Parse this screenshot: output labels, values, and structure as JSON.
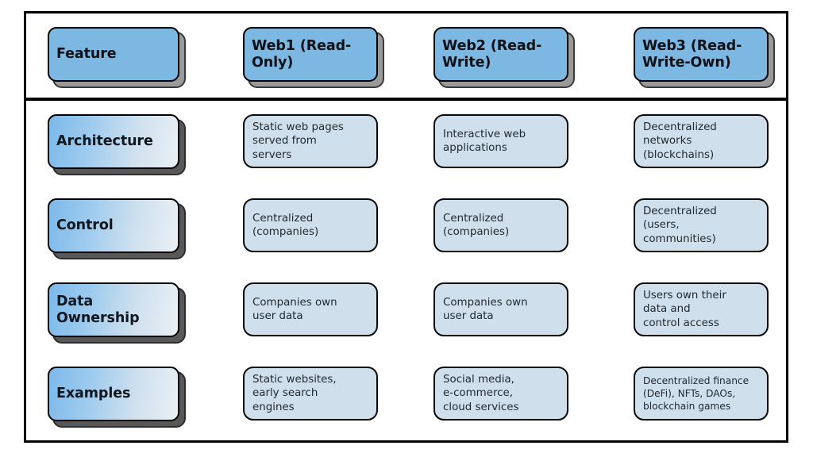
{
  "diagram": {
    "type": "comparison-table",
    "columns": [
      "Feature",
      "Web1 (Read-Only)",
      "Web2 (Read-Write)",
      "Web3 (Read-Write-Own)"
    ],
    "rows": [
      {
        "label": "Architecture",
        "cells": [
          "Static web pages\nserved from\nservers",
          "Interactive web\napplications",
          "Decentralized\nnetworks\n(blockchains)"
        ]
      },
      {
        "label": "Control",
        "cells": [
          "Centralized\n(companies)",
          "Centralized\n(companies)",
          "Decentralized\n(users,\ncommunities)"
        ]
      },
      {
        "label": "Data Ownership",
        "cells": [
          "Companies own\nuser data",
          "Companies own\nuser data",
          "Users own their\ndata and\ncontrol access"
        ]
      },
      {
        "label": "Examples",
        "cells": [
          "Static websites,\nearly search\nengines",
          "Social media,\ne-commerce,\ncloud services",
          "Decentralized finance\n(DeFi), NFTs, DAOs,\nblockchain games"
        ]
      }
    ],
    "colors": {
      "header_fill": "#7cb8e2",
      "label_gradient_start": "#7cb9ea",
      "label_gradient_end": "#eaf0f5",
      "content_fill": "#cfdfeb",
      "border": "#000000",
      "shadow": "#585858",
      "text": "#10161d"
    }
  }
}
